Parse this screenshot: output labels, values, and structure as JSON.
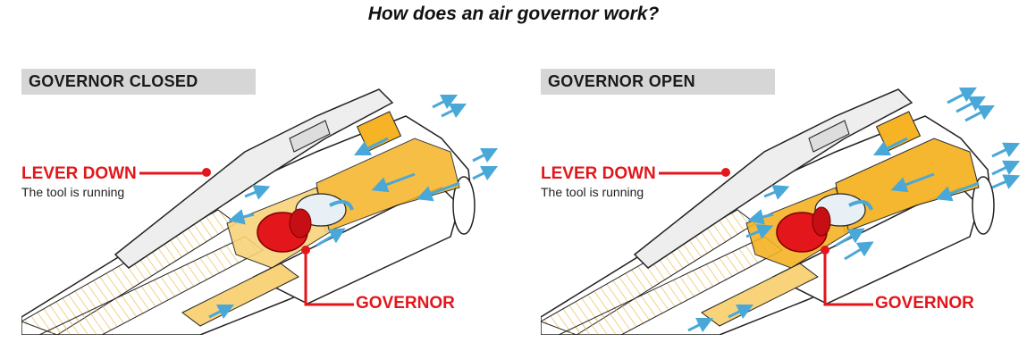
{
  "title": "How does an air governor work?",
  "colors": {
    "accent_red": "#e3161b",
    "air_yellow": "#f5b325",
    "air_arrow_blue": "#4aa8d8",
    "header_gray": "#d6d6d6",
    "outline": "#222222"
  },
  "panels": [
    {
      "header": "GOVERNOR CLOSED",
      "lever_label": "LEVER DOWN",
      "lever_sub": "The tool is running",
      "governor_label": "GOVERNOR",
      "state": "closed"
    },
    {
      "header": "GOVERNOR OPEN",
      "lever_label": "LEVER DOWN",
      "lever_sub": "The tool is running",
      "governor_label": "GOVERNOR",
      "state": "open"
    }
  ]
}
